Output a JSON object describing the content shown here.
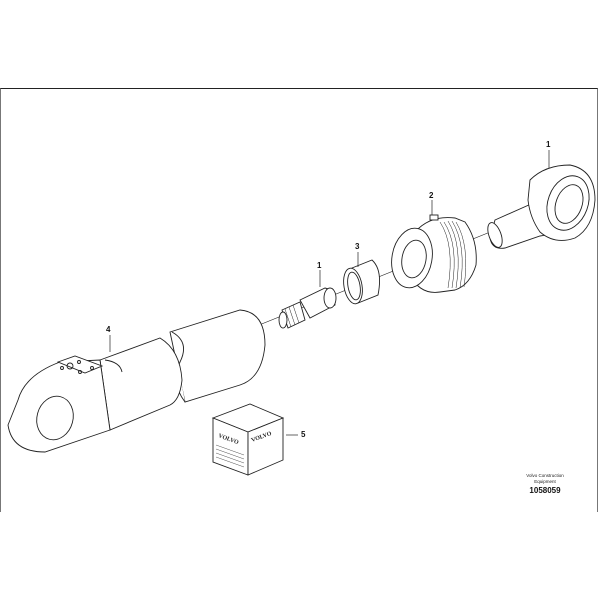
{
  "diagram": {
    "type": "exploded parts view",
    "subject": "hydraulic cylinder components",
    "callouts": [
      {
        "id": "callout-1-top",
        "label": "1",
        "part": "rod eye"
      },
      {
        "id": "callout-2",
        "label": "2",
        "part": "cylinder head (threaded gland)"
      },
      {
        "id": "callout-3",
        "label": "3",
        "part": "bushing"
      },
      {
        "id": "callout-1-mid",
        "label": "1",
        "part": "piston rod end (threaded)"
      },
      {
        "id": "callout-4",
        "label": "4",
        "part": "cylinder tube with eye"
      },
      {
        "id": "callout-5",
        "label": "5",
        "part": "seal kit box"
      }
    ],
    "kit_box": {
      "brand_text_left": "VOLVO",
      "brand_text_right": "VOLVO"
    }
  },
  "footer": {
    "brand_line1": "Volvo Construction",
    "brand_line2": "Equipment",
    "drawing_number": "1058059"
  },
  "colors": {
    "line": "#222222",
    "background": "#ffffff",
    "frame": "#777777"
  }
}
